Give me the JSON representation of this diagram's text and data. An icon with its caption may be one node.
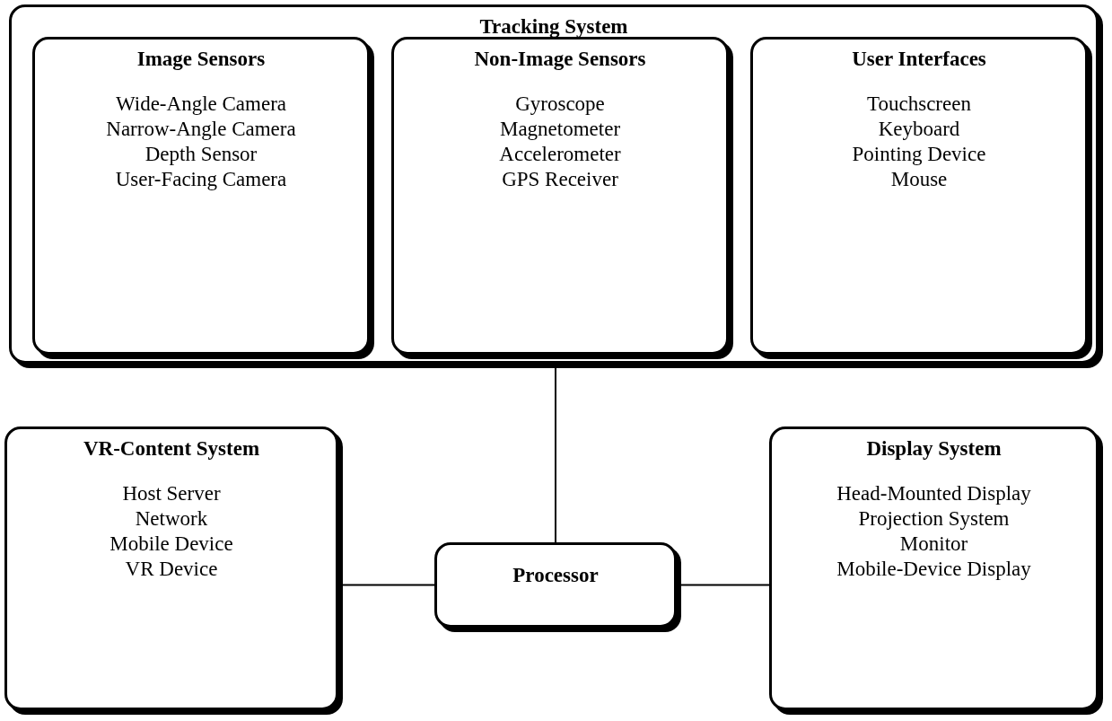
{
  "diagram": {
    "nodes": [
      {
        "text": [
          "Tracking System"
        ]
      },
      {
        "text": [
          "Image Sensors",
          "Wide-Angle Camera",
          "Narrow-Angle Camera",
          "Depth Sensor",
          "User-Facing Camera"
        ],
        "in": 0
      },
      {
        "text": [
          "Non-Image Sensors",
          "Gyroscope",
          "Magnetometer",
          "Accelerometer",
          "GPS Receiver"
        ],
        "in": 0
      },
      {
        "text": [
          "User Interfaces",
          "Touchscreen",
          "Keyboard",
          "Pointing Device",
          "Mouse"
        ],
        "in": 0
      },
      {
        "text": [
          "VR-Content System",
          "Host Server",
          "Network",
          "Mobile Device",
          "VR Device"
        ]
      },
      {
        "text": [
          "Processor"
        ]
      },
      {
        "text": [
          "Display System",
          "Head-Mounted Display",
          "Projection System",
          "Monitor",
          "Mobile-Device Display"
        ]
      }
    ],
    "edges": [
      {
        "from": 0,
        "to": 5,
        "arrow": "none"
      },
      {
        "from": 4,
        "to": 5,
        "arrow": "none"
      },
      {
        "from": 5,
        "to": 6,
        "arrow": "none"
      }
    ]
  }
}
